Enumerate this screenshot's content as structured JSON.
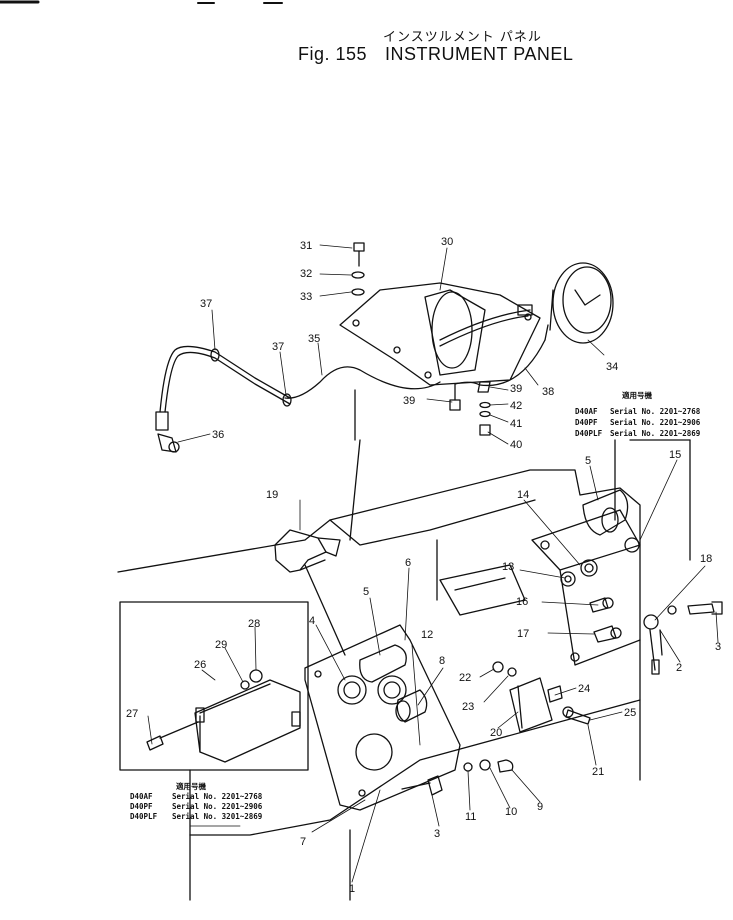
{
  "header": {
    "title_jp": "インスツルメント パネル",
    "fig_label": "Fig. 155",
    "title_en": "INSTRUMENT PANEL"
  },
  "callouts": [
    "1",
    "2",
    "3",
    "3",
    "4",
    "5",
    "5",
    "6",
    "7",
    "8",
    "9",
    "10",
    "11",
    "12",
    "13",
    "14",
    "15",
    "16",
    "17",
    "18",
    "19",
    "20",
    "21",
    "22",
    "23",
    "24",
    "25",
    "26",
    "27",
    "28",
    "29",
    "30",
    "31",
    "32",
    "33",
    "34",
    "35",
    "36",
    "37",
    "37",
    "38",
    "39",
    "39",
    "40",
    "41",
    "42"
  ],
  "serial_block_right": {
    "heading": "適用号機",
    "rows": [
      {
        "model": "D40AF",
        "serial": "Serial No. 2201~2768"
      },
      {
        "model": "D40PF",
        "serial": "Serial No. 2201~2906"
      },
      {
        "model": "D40PLF",
        "serial": "Serial No. 2201~2869"
      }
    ]
  },
  "serial_block_left": {
    "heading": "適用号機",
    "rows": [
      {
        "model": "D40AF",
        "serial": "Serial No. 2201~2768"
      },
      {
        "model": "D40PF",
        "serial": "Serial No. 2201~2906"
      },
      {
        "model": "D40PLF",
        "serial": "Serial No. 3201~2869"
      }
    ]
  },
  "colors": {
    "ink": "#111111",
    "paper": "#ffffff"
  }
}
